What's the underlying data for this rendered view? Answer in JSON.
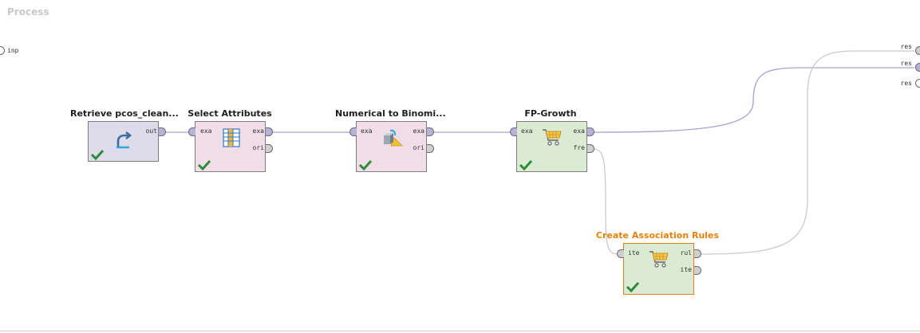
{
  "process": {
    "title": "Process",
    "input_port": "inp",
    "result_ports": [
      "res",
      "res",
      "res"
    ]
  },
  "colors": {
    "retrieve_fill": "#dedbeb",
    "transform_fill": "#f1dde8",
    "mining_fill": "#dbead2",
    "selected_border": "#e0801e",
    "purple_connection": "#a7a0d6",
    "gray_connection": "#c9c9c9"
  },
  "operators": {
    "retrieve": {
      "title": "Retrieve pcos_clean...",
      "out": "out",
      "icon": "retrieve-arrow-icon",
      "status": "check-icon"
    },
    "select": {
      "title": "Select Attributes",
      "in": "exa",
      "out1": "exa",
      "out2": "ori",
      "icon": "table-columns-icon",
      "status": "check-icon"
    },
    "numerical": {
      "title": "Numerical to Binomi...",
      "in": "exa",
      "out1": "exa",
      "out2": "ori",
      "icon": "shapes-convert-icon",
      "status": "check-icon"
    },
    "fpgrowth": {
      "title": "FP-Growth",
      "in": "exa",
      "out1": "exa",
      "out2": "fre",
      "icon": "shopping-cart-icon",
      "status": "check-icon"
    },
    "rules": {
      "title": "Create Association Rules",
      "in": "ite",
      "out1": "rul",
      "out2": "ite",
      "icon": "shopping-cart-icon",
      "status": "check-icon"
    }
  }
}
